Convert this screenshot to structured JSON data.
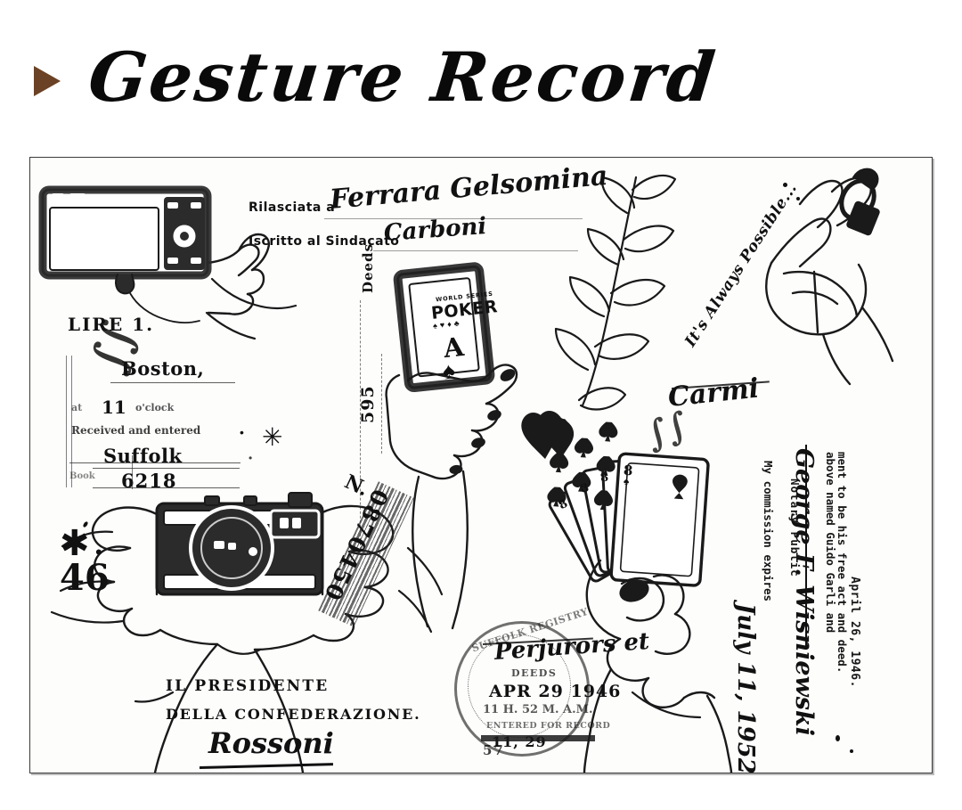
{
  "header": {
    "bullet": "triangle-bullet",
    "title": "Gesture Record"
  },
  "artwork": {
    "panel_name": "gesture-record-stamp-sheet",
    "background": "#fdfdfc",
    "ink": "#111111",
    "accent": "#6b4226",
    "certificate": {
      "line1_label": "Rilasciata a",
      "line1_value": "Ferrara Gelsomina",
      "line2_label": "Iscritto al Sindacato",
      "line2_value": "Carboni"
    },
    "lire": "LIRE 1.",
    "boston_receipt": {
      "city": "Boston,",
      "at_label": "at",
      "hour": "11",
      "oclock_label": "o'clock",
      "received_label": "Received and entered",
      "county": "Suffolk",
      "book_label": "Book",
      "number": "6218"
    },
    "marks": {
      "asterisk": "✱",
      "dot": "•",
      "number_46": "46",
      "star_small": "✳"
    },
    "deeds_column": {
      "label": "Deeds",
      "number": "595"
    },
    "barcode": {
      "prefix": "N.",
      "number": "0870450"
    },
    "poker_card": {
      "brand_top": "WORLD SERIES",
      "brand": "POKER",
      "rank": "A",
      "suit": "♠"
    },
    "hand_cards": {
      "front_rank": "8",
      "front_suit": "♠"
    },
    "slogan": "It's Always Possible...",
    "signature_carmi": "Carmi",
    "notary": {
      "line1": "above named Guido Garli and",
      "line2": "ment to be his free act and deed.",
      "date": "April 26, 1946.",
      "signature": "George F. Wisniewski",
      "title": "Notary Public",
      "expires_label": "My commission expires",
      "expires_value": "July 11, 1952"
    },
    "president_block": {
      "line1": "IL PRESIDENTE",
      "line2": "DELLA CONFEDERAZIONE.",
      "signature": "Rossoni"
    },
    "round_stamp": {
      "script": "Perjurors et",
      "office": "SUFFOLK REGISTRY",
      "section": "DEEDS",
      "date": "APR 29 1946",
      "time": "11 H. 52 M.  A.M.",
      "recorded_label": "ENTERED FOR RECORD",
      "number": "11, 29",
      "tail": "57"
    },
    "hearts": "♥♥"
  }
}
